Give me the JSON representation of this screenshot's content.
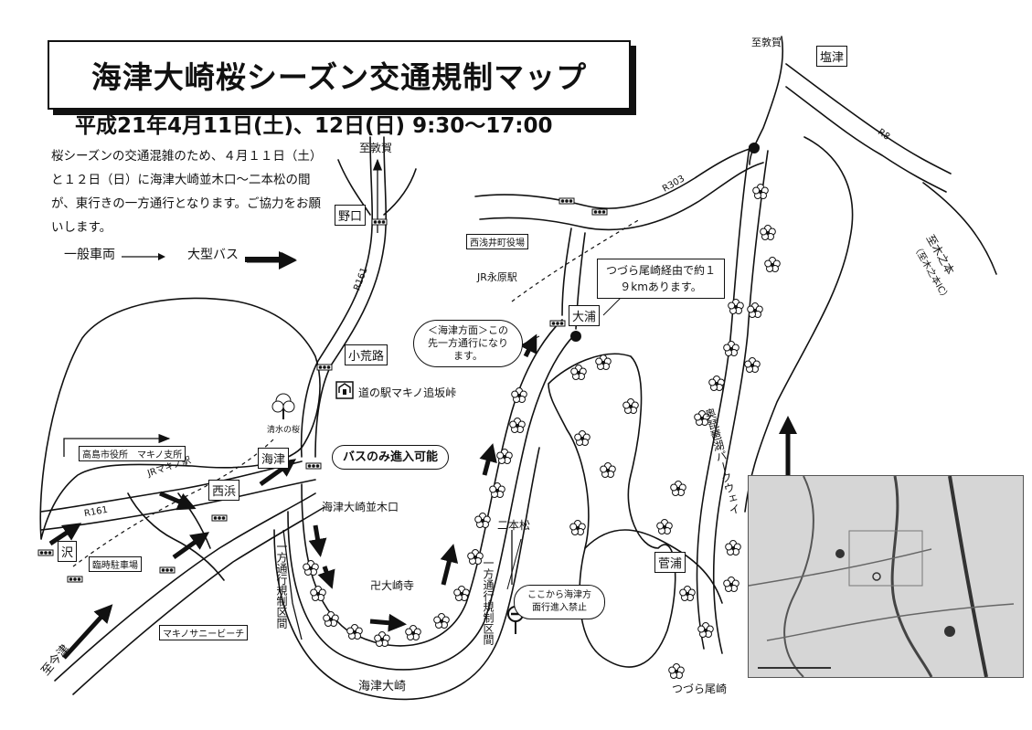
{
  "title": "海津大崎桜シーズン交通規制マップ",
  "date_line": "平成21年4月11日(土)、12日(日)  9:30～17:00",
  "notice": "桜シーズンの交通混雑のため、４月１１日（土）と１２日（日）に海津大崎並木口～二本松の間が、東行きの一方通行となります。ご協力をお願いします。",
  "legend": {
    "general_vehicle": "一般車両",
    "large_bus": "大型バス"
  },
  "places": {
    "to_tsuruga_top": "至敦賀",
    "to_tsuruga_center": "至敦賀",
    "shiotsu": "塩津",
    "noguchi": "野口",
    "nishiazai_office": "西浅井町役場",
    "jr_nagahara": "JR永原駅",
    "r303": "R303",
    "r8": "R8",
    "r161_north": "R161",
    "r161_west": "R161",
    "to_kinomoto": "至木之本",
    "to_kinomoto_ic": "（至木之本IC）",
    "oura": "大浦",
    "kouroji": "小荒路",
    "michinoeki": "道の駅マキノ追坂峠",
    "seisui_sakura": "清水の桜",
    "kaizu": "海津",
    "nishihama": "西浜",
    "jr_makino": "JRマキノ駅",
    "takashima_office": "高島市役所　マキノ支所",
    "temporary_parking": "臨時駐車場",
    "sawa": "沢",
    "to_imazu": "至今津",
    "makino_sunny_beach": "マキノサニービーチ",
    "kaizu_osaki_namikiguchi": "海津大崎並木口",
    "osakiji": "卍大崎寺",
    "nihonmatsu": "二本松",
    "kaizu_osaki": "海津大崎",
    "tsuzura_osaki": "つづら尾崎",
    "sugaura": "菅浦",
    "oku_biwako_parkway": "奥琵琶湖パークウェイ",
    "one_way_left": "一方通行規制区間",
    "one_way_right": "一方通行規制区間"
  },
  "callouts": {
    "bus_only": "バスのみ進入可能",
    "tsuzura_route": "つづら尾崎経由で約１９kmあります。",
    "kaizu_direction": "＜海津方面＞この先一方通行になります。",
    "no_entry": "ここから海津方面行進入禁止"
  },
  "colors": {
    "ink": "#111111",
    "paper": "#ffffff",
    "inset_bg": "#d8d8d8"
  },
  "icons": [
    "sakura-icon",
    "traffic-signal-icon",
    "michinoeki-icon",
    "no-entry-sign-icon",
    "tree-icon"
  ]
}
